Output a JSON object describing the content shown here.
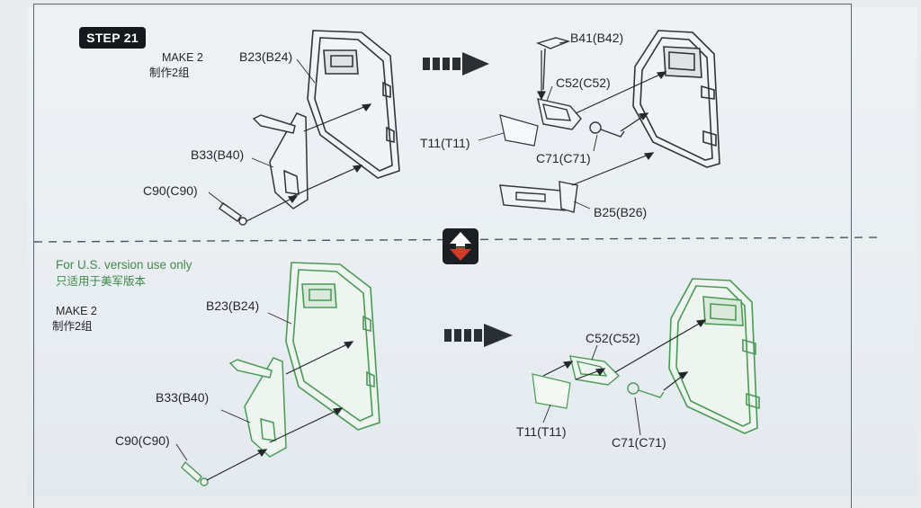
{
  "step": {
    "badge": "STEP 21"
  },
  "top": {
    "make_en": "MAKE 2",
    "make_cn": "制作2组",
    "labels": {
      "b23": "B23(B24)",
      "b33": "B33(B40)",
      "c90": "C90(C90)",
      "b41": "B41(B42)",
      "c52": "C52(C52)",
      "t11": "T11(T11)",
      "c71": "C71(C71)",
      "b25": "B25(B26)"
    }
  },
  "bottom": {
    "us_note_en": "For U.S. version use only",
    "us_note_cn": "只适用于美军版本",
    "make_en": "MAKE 2",
    "make_cn": "制作2组",
    "labels": {
      "b23": "B23(B24)",
      "b33": "B33(B40)",
      "c90": "C90(C90)",
      "c52": "C52(C52)",
      "t11": "T11(T11)",
      "c71": "C71(C71)"
    }
  },
  "colors": {
    "ink": "#2a2e33",
    "us_green": "#3f8a4a",
    "arrow_red": "#d23a2a",
    "badge_bg": "#15191d"
  },
  "icons": {
    "swap": "up-down-swap-icon",
    "flow": "dashed-right-arrow-icon"
  }
}
